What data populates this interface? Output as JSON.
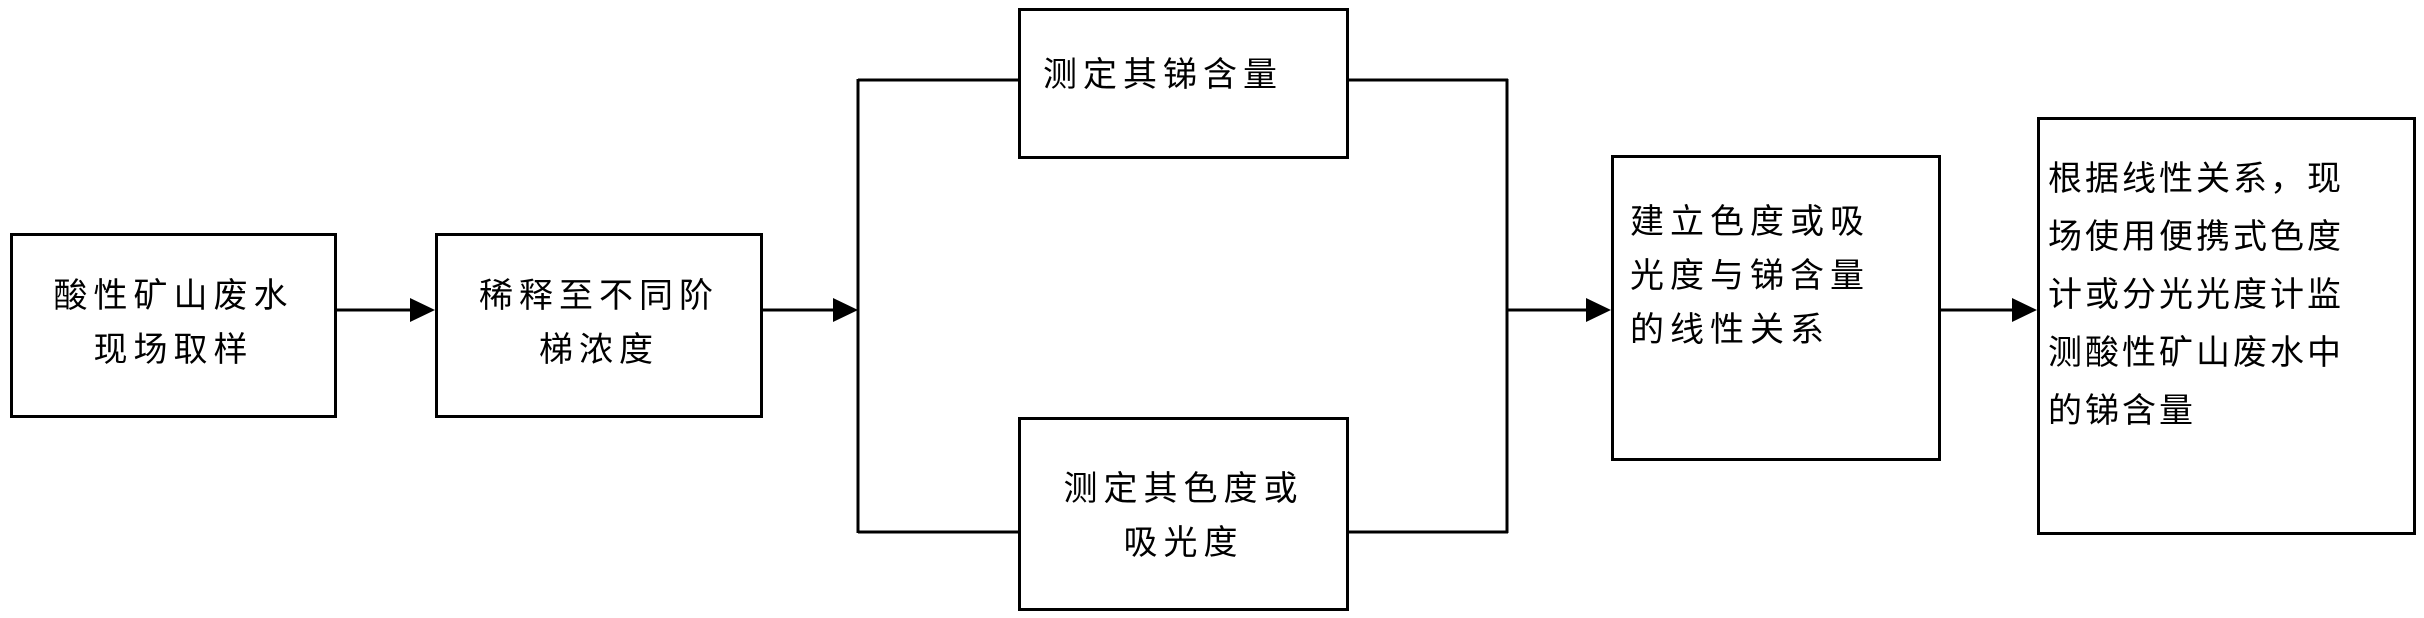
{
  "diagram": {
    "nodes": {
      "sampling": {
        "lines": [
          "酸性矿山废水",
          "现场取样"
        ]
      },
      "dilution": {
        "lines": [
          "稀释至不同阶",
          "梯浓度"
        ]
      },
      "measure_sb": {
        "lines": [
          "测定其锑含量"
        ]
      },
      "measure_color": {
        "lines": [
          "测定其色度或",
          "吸光度"
        ]
      },
      "linear_relation": {
        "lines": [
          "建立色度或吸",
          "光度与锑含量",
          "的线性关系"
        ]
      },
      "field_monitor": {
        "lines": [
          "根据线性关系，现",
          "场使用便携式色度",
          "计或分光光度计监",
          "测酸性矿山废水中",
          "的锑含量"
        ]
      }
    },
    "edges": [
      {
        "from": "sampling",
        "to": "dilution"
      },
      {
        "from": "dilution",
        "to": "measure_sb"
      },
      {
        "from": "dilution",
        "to": "measure_color"
      },
      {
        "from": "measure_sb",
        "to": "linear_relation"
      },
      {
        "from": "measure_color",
        "to": "linear_relation"
      },
      {
        "from": "linear_relation",
        "to": "field_monitor"
      }
    ],
    "stroke_color": "#000000"
  }
}
